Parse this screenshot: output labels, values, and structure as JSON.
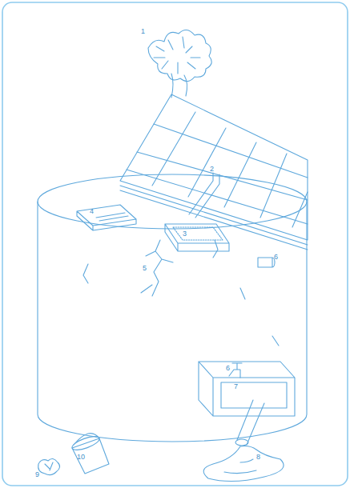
{
  "diagram": {
    "labels": [
      "1",
      "2",
      "3",
      "4",
      "5",
      "6",
      "6",
      "7",
      "8",
      "9",
      "10"
    ]
  }
}
